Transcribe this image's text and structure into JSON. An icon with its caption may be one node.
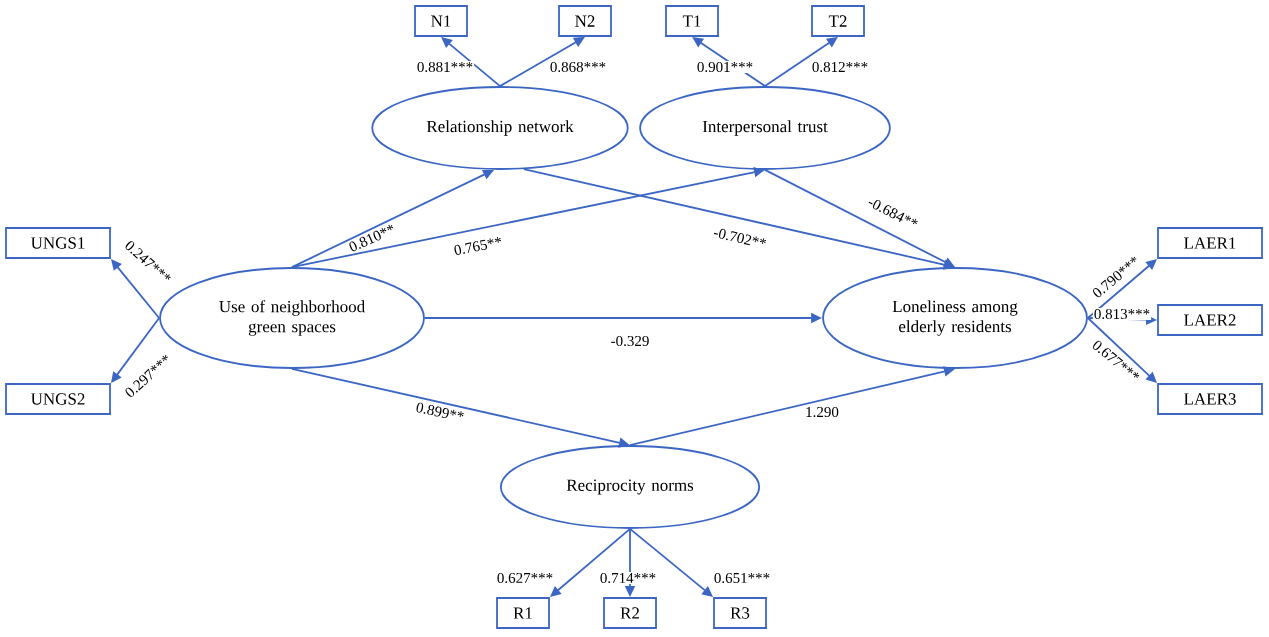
{
  "diagram": {
    "nodes": [
      {
        "text": [
          "N1"
        ]
      },
      {
        "text": [
          "N2"
        ]
      },
      {
        "text": [
          "T1"
        ]
      },
      {
        "text": [
          "T2"
        ]
      },
      {
        "text": [
          "Relationship network"
        ]
      },
      {
        "text": [
          "Interpersonal trust"
        ]
      },
      {
        "text": [
          "UNGS1"
        ]
      },
      {
        "text": [
          "LAER1"
        ]
      },
      {
        "text": [
          "Use of neighborhood green spaces"
        ]
      },
      {
        "text": [
          "Loneliness among elderly residents"
        ]
      },
      {
        "text": [
          "LAER2"
        ]
      },
      {
        "text": [
          "UNGS2"
        ]
      },
      {
        "text": [
          "LAER3"
        ]
      },
      {
        "text": [
          "Reciprocity norms"
        ]
      },
      {
        "text": [
          "R1"
        ]
      },
      {
        "text": [
          "R2"
        ]
      },
      {
        "text": [
          "R3"
        ]
      }
    ],
    "edges": [
      {
        "from": 4,
        "to": 0,
        "arrow": "to",
        "label": "0.881***"
      },
      {
        "from": 4,
        "to": 1,
        "arrow": "to",
        "label": "0.868***"
      },
      {
        "from": 5,
        "to": 2,
        "arrow": "to",
        "label": "0.901***"
      },
      {
        "from": 5,
        "to": 3,
        "arrow": "to",
        "label": "0.812***"
      },
      {
        "from": 8,
        "to": 6,
        "arrow": "to",
        "label": "0.247***"
      },
      {
        "from": 8,
        "to": 11,
        "arrow": "to",
        "label": "0.297***"
      },
      {
        "from": 9,
        "to": 7,
        "arrow": "to",
        "label": "0.790***"
      },
      {
        "from": 9,
        "to": 10,
        "arrow": "to",
        "label": "0.813***"
      },
      {
        "from": 9,
        "to": 12,
        "arrow": "to",
        "label": "0.677***"
      },
      {
        "from": 13,
        "to": 14,
        "arrow": "to",
        "label": "0.627***"
      },
      {
        "from": 13,
        "to": 15,
        "arrow": "to",
        "label": "0.714***"
      },
      {
        "from": 13,
        "to": 16,
        "arrow": "to",
        "label": "0.651***"
      },
      {
        "from": 8,
        "to": 4,
        "arrow": "to",
        "label": "0.810**"
      },
      {
        "from": 8,
        "to": 5,
        "arrow": "to",
        "label": "0.765**"
      },
      {
        "from": 4,
        "to": 9,
        "arrow": "to",
        "label": "-0.702**"
      },
      {
        "from": 5,
        "to": 9,
        "arrow": "to",
        "label": "-0.684**"
      },
      {
        "from": 8,
        "to": 9,
        "arrow": "to",
        "label": "-0.329"
      },
      {
        "from": 8,
        "to": 13,
        "arrow": "to",
        "label": "0.899**"
      },
      {
        "from": 13,
        "to": 9,
        "arrow": "to",
        "label": "1.290"
      }
    ]
  }
}
